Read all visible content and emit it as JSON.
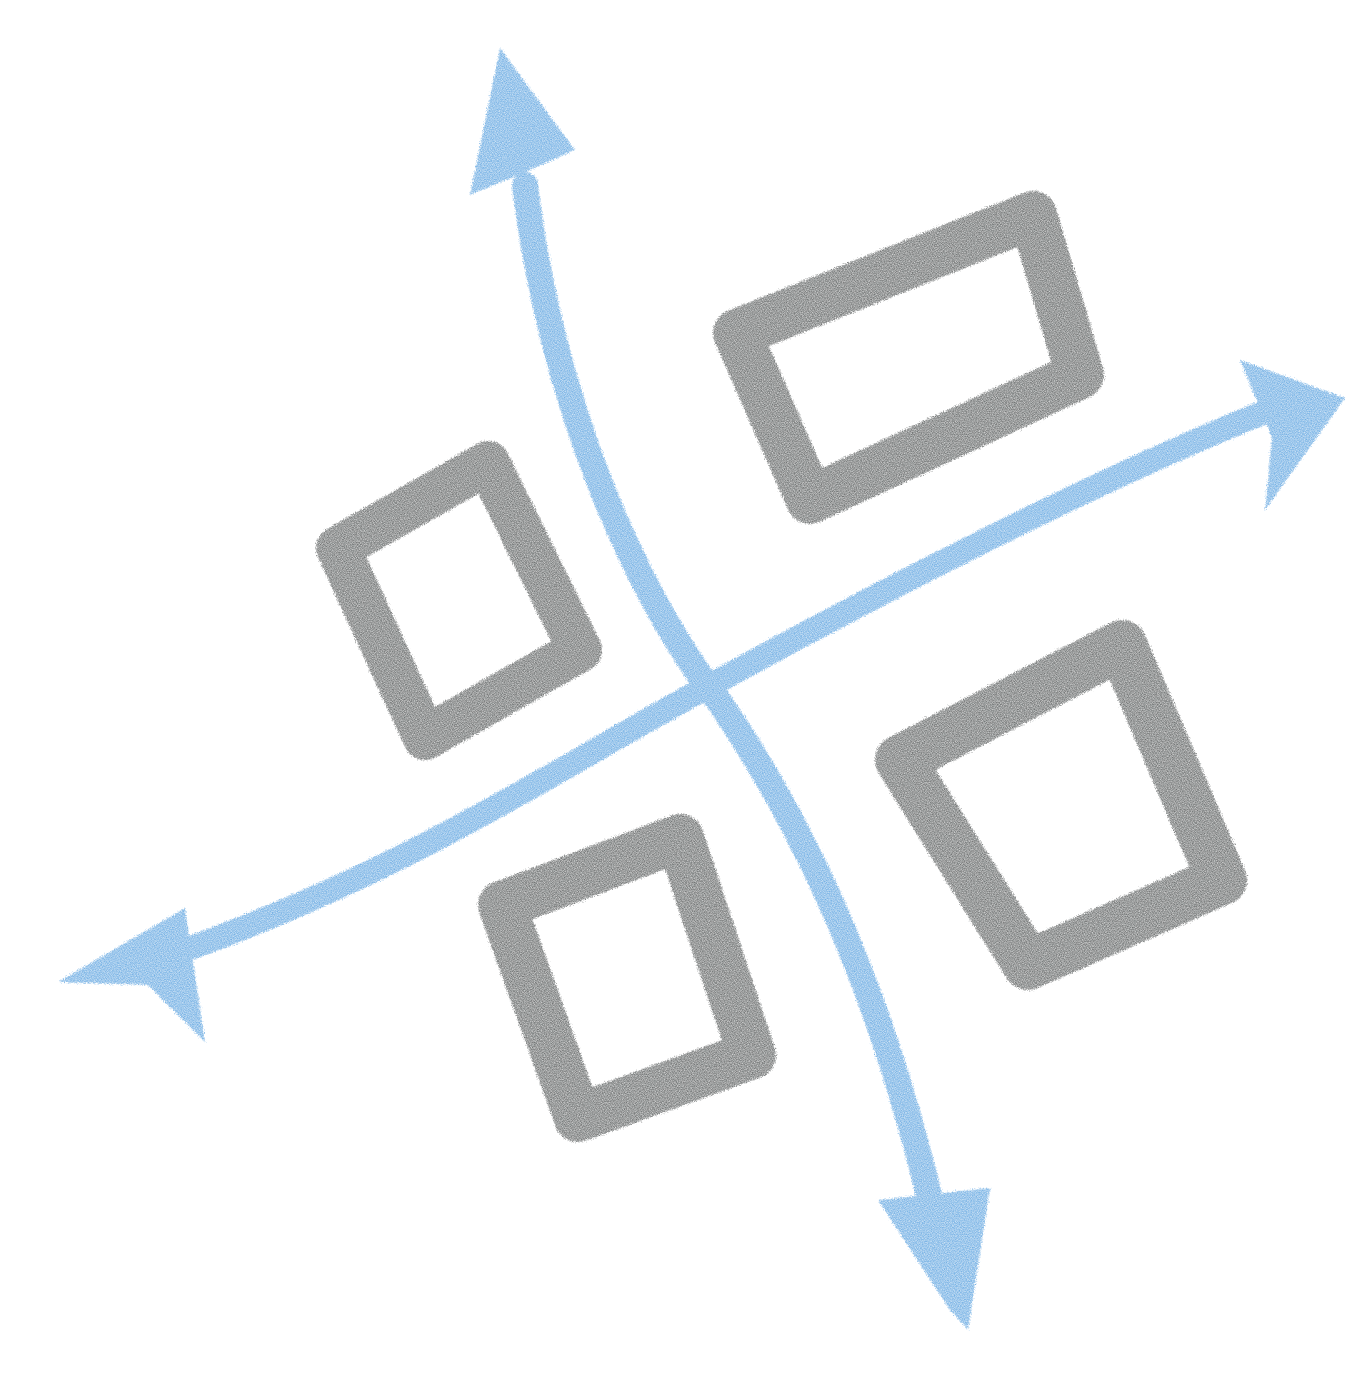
{
  "diagram": {
    "kind": "hand-drawn quadrant sketch",
    "axes": [
      {
        "id": "vertical-axis",
        "arrowheads": [
          "up",
          "down"
        ]
      },
      {
        "id": "horizontal-axis",
        "arrowheads": [
          "right",
          "left"
        ]
      }
    ],
    "quadrants": [
      "top-left",
      "top-right",
      "bottom-left",
      "bottom-right"
    ],
    "box_count": 4
  },
  "colors": {
    "background": "#ffffff",
    "axis_crayon": "#2a86d6",
    "axis_crayon_light": "#5aa8ea",
    "box_crayon": "#272a2a"
  }
}
